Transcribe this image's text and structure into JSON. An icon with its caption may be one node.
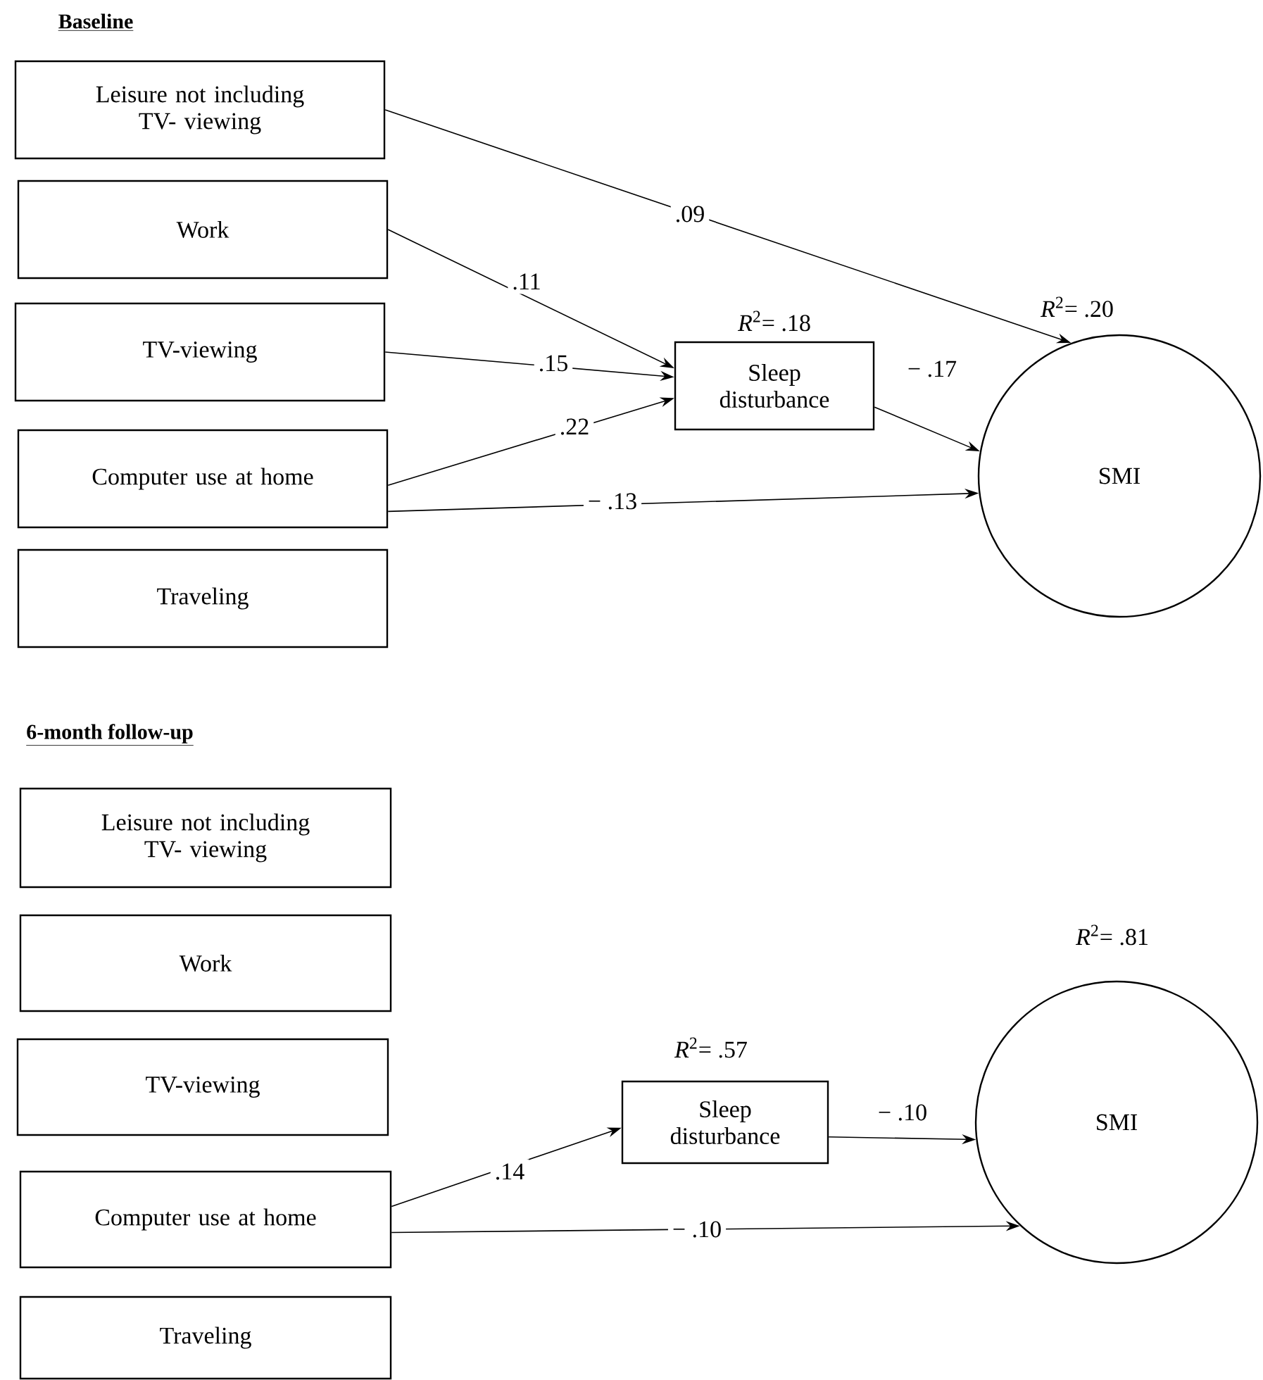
{
  "diagram": {
    "nodes": [
      {
        "text": [
          "Leisure not including TV- viewing"
        ]
      },
      {
        "text": [
          "Work"
        ]
      },
      {
        "text": [
          "TV-viewing"
        ]
      },
      {
        "text": [
          "Computer use at home"
        ]
      },
      {
        "text": [
          "Traveling"
        ]
      },
      {
        "text": [
          "Sleep disturbance"
        ],
        "beside": [
          "*R*$^{2}$= .18"
        ]
      },
      {
        "text": [
          "SMI"
        ],
        "beside": [
          "*R*$^{2}$= .20"
        ]
      },
      {
        "text": [
          "Leisure not including TV- viewing"
        ]
      },
      {
        "text": [
          "Work"
        ]
      },
      {
        "text": [
          "TV-viewing"
        ]
      },
      {
        "text": [
          "Computer use at home"
        ]
      },
      {
        "text": [
          "Traveling"
        ]
      },
      {
        "text": [
          "Sleep disturbance"
        ],
        "beside": [
          "*R*$^{2}$= .57"
        ]
      },
      {
        "text": [
          "SMI"
        ],
        "beside": [
          "*R*$^{2}$= .81"
        ]
      }
    ],
    "edges": [
      {
        "from": 0,
        "to": 6,
        "arrow": "to",
        "label": ".09"
      },
      {
        "from": 1,
        "to": 5,
        "arrow": "to",
        "label": ".11"
      },
      {
        "from": 2,
        "to": 5,
        "arrow": "to",
        "label": ".15"
      },
      {
        "from": 3,
        "to": 5,
        "arrow": "to",
        "label": ".22"
      },
      {
        "from": 3,
        "to": 6,
        "arrow": "to",
        "label": "− .13"
      },
      {
        "from": 5,
        "to": 6,
        "arrow": "to",
        "label": "− .17"
      },
      {
        "from": 10,
        "to": 12,
        "arrow": "to",
        "label": ".14"
      },
      {
        "from": 12,
        "to": 13,
        "arrow": "to",
        "label": "− .10"
      },
      {
        "from": 10,
        "to": 13,
        "arrow": "to",
        "label": "− .10"
      }
    ],
    "labels": [
      "Baseline",
      "6-month follow-up"
    ]
  }
}
